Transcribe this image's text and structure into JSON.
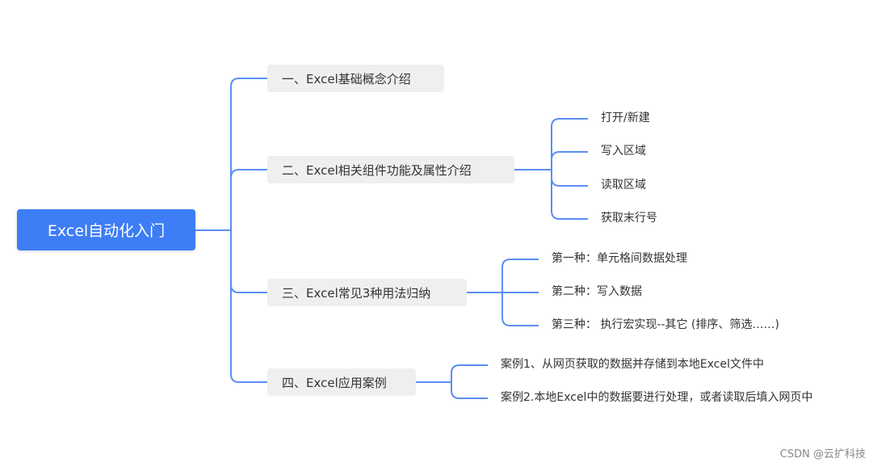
{
  "root": {
    "label": "Excel自动化入门"
  },
  "branches": [
    {
      "label": "一、Excel基础概念介绍",
      "children": []
    },
    {
      "label": "二、Excel相关组件功能及属性介绍",
      "children": [
        "打开/新建",
        "写入区域",
        "读取区域",
        "获取末行号"
      ]
    },
    {
      "label": "三、Excel常见3种用法归纳",
      "children": [
        "第一种：单元格间数据处理",
        "第二种：写入数据",
        "第三种： 执行宏实现--其它 (排序、筛选……)"
      ]
    },
    {
      "label": "四、Excel应用案例",
      "children": [
        "案例1、从网页获取的数据并存储到本地Excel文件中",
        "案例2.本地Excel中的数据要进行处理，或者读取后填入网页中"
      ]
    }
  ],
  "watermark": "CSDN @云扩科技",
  "colors": {
    "line": "#5b8ef5",
    "root_bg": "#3d7df5",
    "branch_bg": "#eeeff1"
  }
}
